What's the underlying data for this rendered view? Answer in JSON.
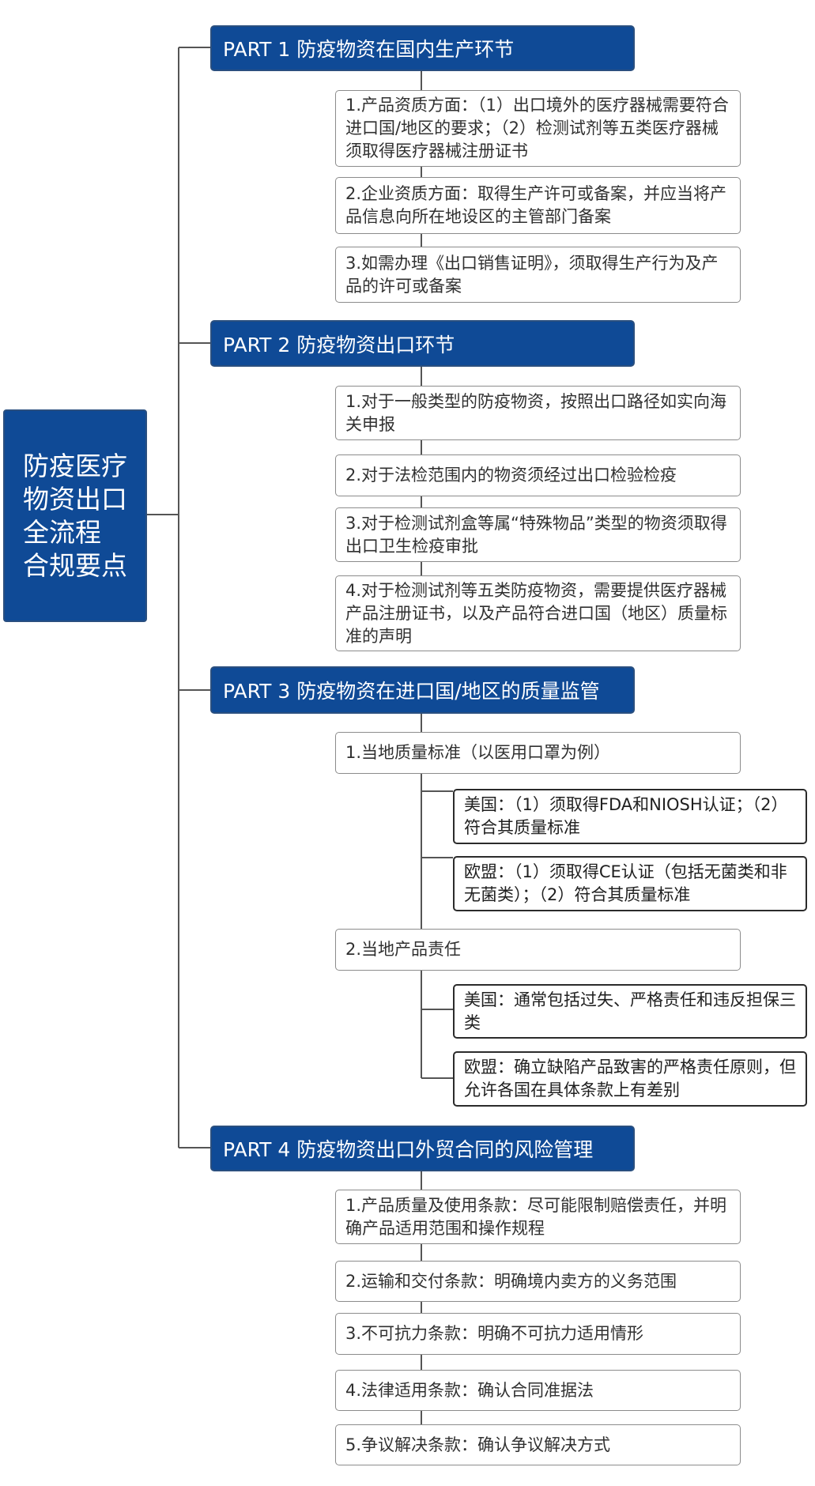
{
  "root": {
    "label": "防疫医疗\n物资出口\n全流程\n合规要点"
  },
  "parts": [
    {
      "title": "PART 1 防疫物资在国内生产环节",
      "items": [
        {
          "text": "1.产品资质方面：（1）出口境外的医疗器械需要符合进口国/地区的要求；（2）检测试剂等五类医疗器械须取得医疗器械注册证书"
        },
        {
          "text": "2.企业资质方面：取得生产许可或备案，并应当将产品信息向所在地设区的主管部门备案"
        },
        {
          "text": "3.如需办理《出口销售证明》，须取得生产行为及产品的许可或备案"
        }
      ]
    },
    {
      "title": "PART 2 防疫物资出口环节",
      "items": [
        {
          "text": "1.对于一般类型的防疫物资，按照出口路径如实向海关申报"
        },
        {
          "text": "2.对于法检范围内的物资须经过出口检验检疫"
        },
        {
          "text": "3.对于检测试剂盒等属“特殊物品”类型的物资须取得出口卫生检疫审批"
        },
        {
          "text": "4.对于检测试剂等五类防疫物资，需要提供医疗器械产品注册证书，以及产品符合进口国（地区）质量标准的声明"
        }
      ]
    },
    {
      "title": "PART 3 防疫物资在进口国/地区的质量监管",
      "items": [
        {
          "text": "1.当地质量标准（以医用口罩为例）",
          "children": [
            {
              "text": "美国：（1）须取得FDA和NIOSH认证；（2）符合其质量标准"
            },
            {
              "text": "欧盟：（1）须取得CE认证（包括无菌类和非无菌类）；（2）符合其质量标准"
            }
          ]
        },
        {
          "text": "2.当地产品责任",
          "children": [
            {
              "text": "美国：通常包括过失、严格责任和违反担保三类"
            },
            {
              "text": "欧盟：确立缺陷产品致害的严格责任原则，但允许各国在具体条款上有差别"
            }
          ]
        }
      ]
    },
    {
      "title": "PART 4 防疫物资出口外贸合同的风险管理",
      "items": [
        {
          "text": "1.产品质量及使用条款：尽可能限制赔偿责任，并明确产品适用范围和操作规程"
        },
        {
          "text": "2.运输和交付条款：明确境内卖方的义务范围"
        },
        {
          "text": "3.不可抗力条款：明确不可抗力适用情形"
        },
        {
          "text": "4.法律适用条款：确认合同准据法"
        },
        {
          "text": "5.争议解决条款：确认争议解决方式"
        }
      ]
    }
  ]
}
